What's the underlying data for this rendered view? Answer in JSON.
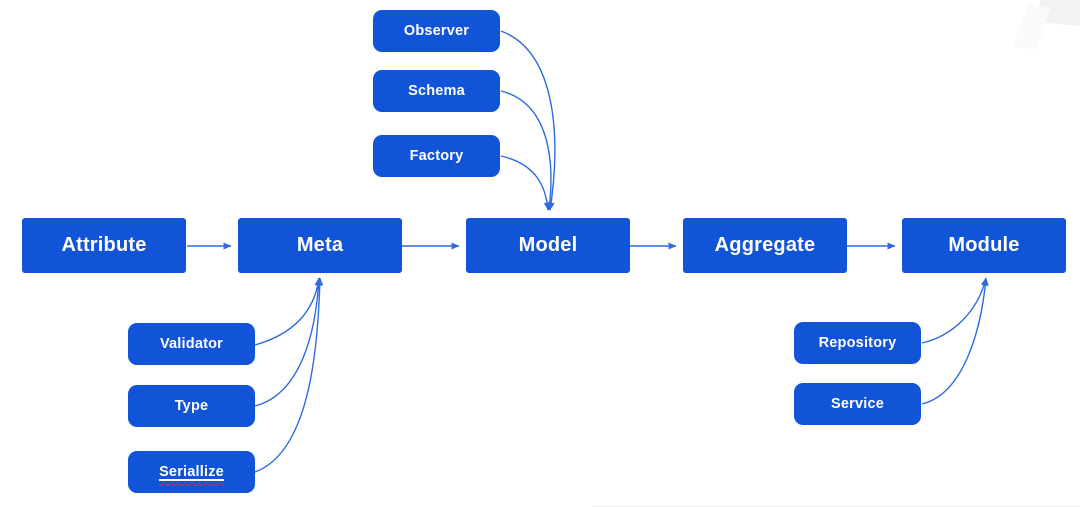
{
  "diagram": {
    "colors": {
      "node_fill": "#1254d8",
      "edge": "#2e6be0",
      "label_text": "#ffffff",
      "spellcheck_underline": "#d93025"
    },
    "nodes": {
      "attribute": {
        "label": "Attribute"
      },
      "meta": {
        "label": "Meta"
      },
      "model": {
        "label": "Model"
      },
      "aggregate": {
        "label": "Aggregate"
      },
      "module": {
        "label": "Module"
      },
      "observer": {
        "label": "Observer"
      },
      "schema": {
        "label": "Schema"
      },
      "factory": {
        "label": "Factory"
      },
      "validator": {
        "label": "Validator"
      },
      "type": {
        "label": "Type"
      },
      "seriallize": {
        "label": "Seriallize"
      },
      "repository": {
        "label": "Repository"
      },
      "service": {
        "label": "Service"
      }
    },
    "edges": [
      {
        "from": "Attribute",
        "to": "Meta",
        "style": "straight-arrow"
      },
      {
        "from": "Meta",
        "to": "Model",
        "style": "straight-arrow"
      },
      {
        "from": "Model",
        "to": "Aggregate",
        "style": "straight-arrow"
      },
      {
        "from": "Aggregate",
        "to": "Module",
        "style": "straight-arrow"
      },
      {
        "from": "Observer",
        "to": "Model",
        "style": "curve-arrow"
      },
      {
        "from": "Schema",
        "to": "Model",
        "style": "curve-arrow"
      },
      {
        "from": "Factory",
        "to": "Model",
        "style": "curve-arrow"
      },
      {
        "from": "Validator",
        "to": "Meta",
        "style": "curve-arrow"
      },
      {
        "from": "Type",
        "to": "Meta",
        "style": "curve-arrow"
      },
      {
        "from": "Seriallize",
        "to": "Meta",
        "style": "curve-arrow"
      },
      {
        "from": "Repository",
        "to": "Module",
        "style": "curve-arrow"
      },
      {
        "from": "Service",
        "to": "Module",
        "style": "curve-arrow"
      }
    ]
  }
}
